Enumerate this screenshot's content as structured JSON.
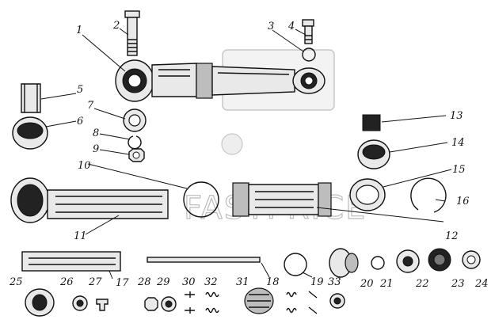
{
  "watermark": {
    "text": "FASTPRICE"
  },
  "callouts": [
    "1",
    "2",
    "3",
    "4",
    "5",
    "6",
    "7",
    "8",
    "9",
    "10",
    "11",
    "12",
    "13",
    "14",
    "15",
    "16",
    "17",
    "18",
    "19",
    "20",
    "21",
    "22",
    "23",
    "24",
    "25",
    "26",
    "27",
    "28",
    "29",
    "30",
    "31",
    "32",
    "33"
  ],
  "colors": {
    "ink": "#111111",
    "watermark": "#bcbcbc",
    "background": "#ffffff"
  }
}
